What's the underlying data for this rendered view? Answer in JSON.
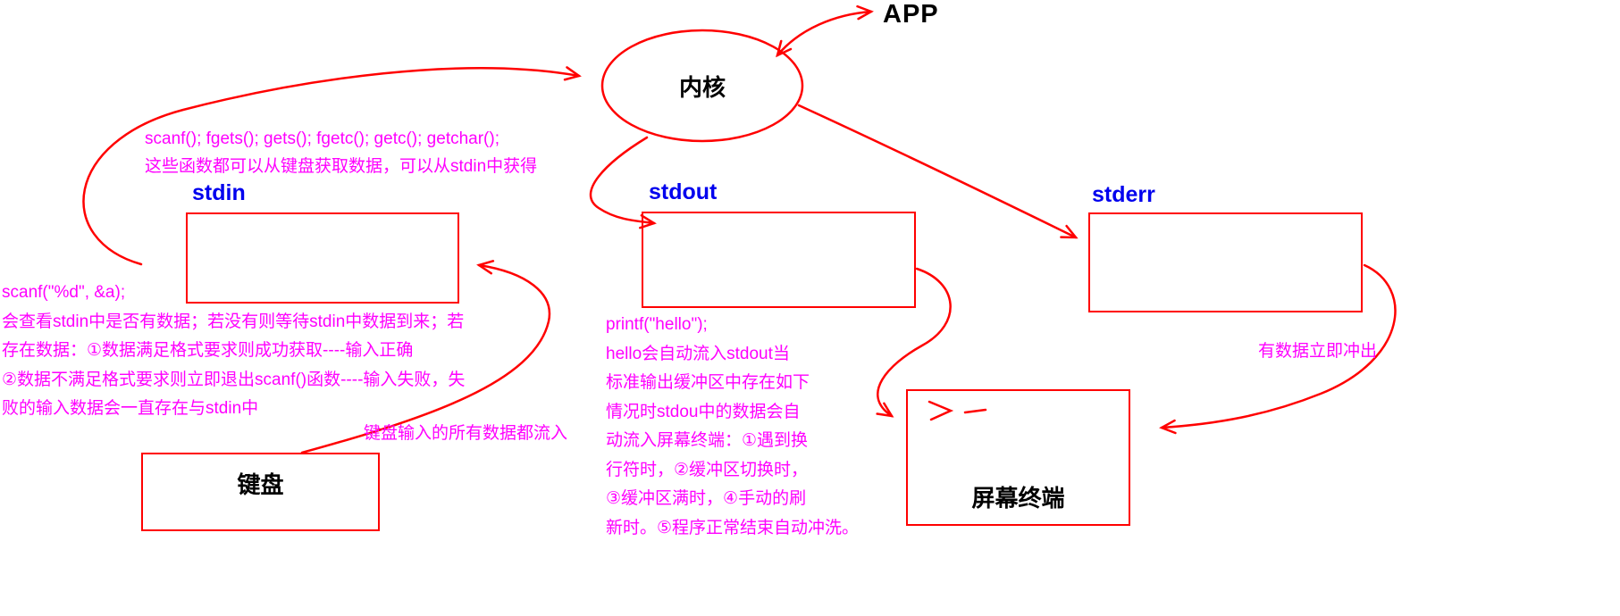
{
  "colors": {
    "line_red": "#ff0000",
    "annotation_magenta": "#ff00ff",
    "stream_label_blue": "#0000ee",
    "text_black": "#000000",
    "background": "#ffffff"
  },
  "nodes": {
    "app": {
      "label": "APP"
    },
    "kernel": {
      "label": "内核"
    },
    "stdin": {
      "label": "stdin"
    },
    "stdout": {
      "label": "stdout"
    },
    "stderr": {
      "label": "stderr"
    },
    "keyboard": {
      "label": "键盘"
    },
    "terminal": {
      "label": "屏幕终端"
    }
  },
  "annotations": {
    "stdin_functions": [
      "scanf(); fgets(); gets(); fgetc(); getc(); getchar();",
      "这些函数都可以从键盘获取数据，可以从stdin中获得"
    ],
    "scanf_note": [
      "scanf(\"%d\", &a);",
      "会查看stdin中是否有数据；若没有则等待stdin中数据到来；若",
      "存在数据：①数据满足格式要求则成功获取----输入正确",
      "②数据不满足格式要求则立即退出scanf()函数----输入失败，失",
      "败的输入数据会一直存在与stdin中"
    ],
    "keyboard_flow": "键盘输入的所有数据都流入",
    "printf_note": [
      "printf(\"hello\");",
      "hello会自动流入stdout当",
      "标准输出缓冲区中存在如下",
      "情况时stdou中的数据会自",
      "动流入屏幕终端：①遇到换",
      "行符时，②缓冲区切换时，",
      "③缓冲区满时，④手动的刷",
      "新时。⑤程序正常结束自动冲洗。"
    ],
    "stderr_flush": "有数据立即冲出"
  }
}
